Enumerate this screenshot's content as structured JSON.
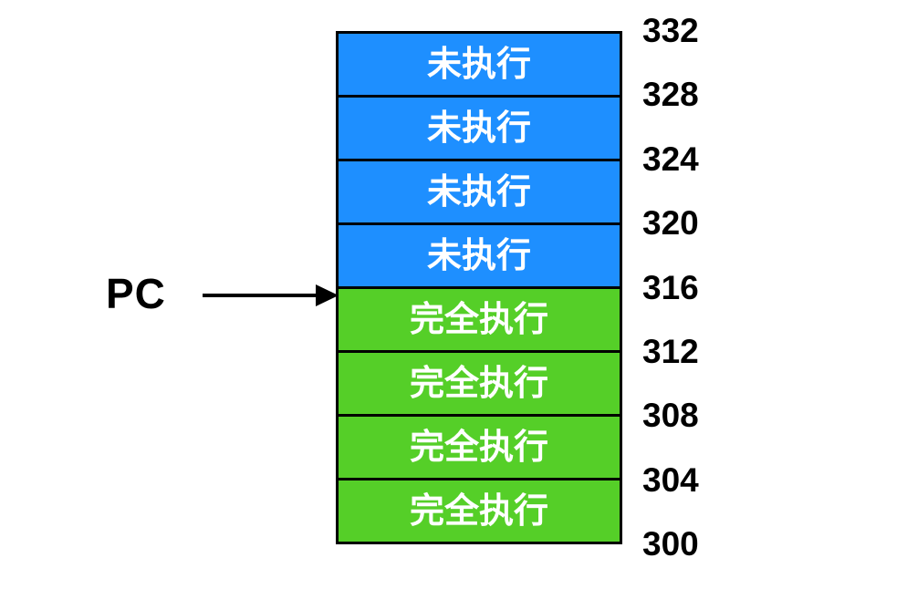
{
  "diagram": {
    "pc_label": "PC",
    "colors": {
      "unexecuted_fill": "#1E8FFF",
      "executed_fill": "#55CF28",
      "border": "#000000",
      "row_text": "#FFFFFF",
      "label_text": "#000000"
    },
    "rows": [
      {
        "label": "未执行",
        "state": "unexecuted"
      },
      {
        "label": "未执行",
        "state": "unexecuted"
      },
      {
        "label": "未执行",
        "state": "unexecuted"
      },
      {
        "label": "未执行",
        "state": "unexecuted"
      },
      {
        "label": "完全执行",
        "state": "executed"
      },
      {
        "label": "完全执行",
        "state": "executed"
      },
      {
        "label": "完全执行",
        "state": "executed"
      },
      {
        "label": "完全执行",
        "state": "executed"
      }
    ],
    "addresses": [
      "332",
      "328",
      "324",
      "320",
      "316",
      "312",
      "308",
      "304",
      "300"
    ],
    "pc_points_to_address": "316"
  }
}
